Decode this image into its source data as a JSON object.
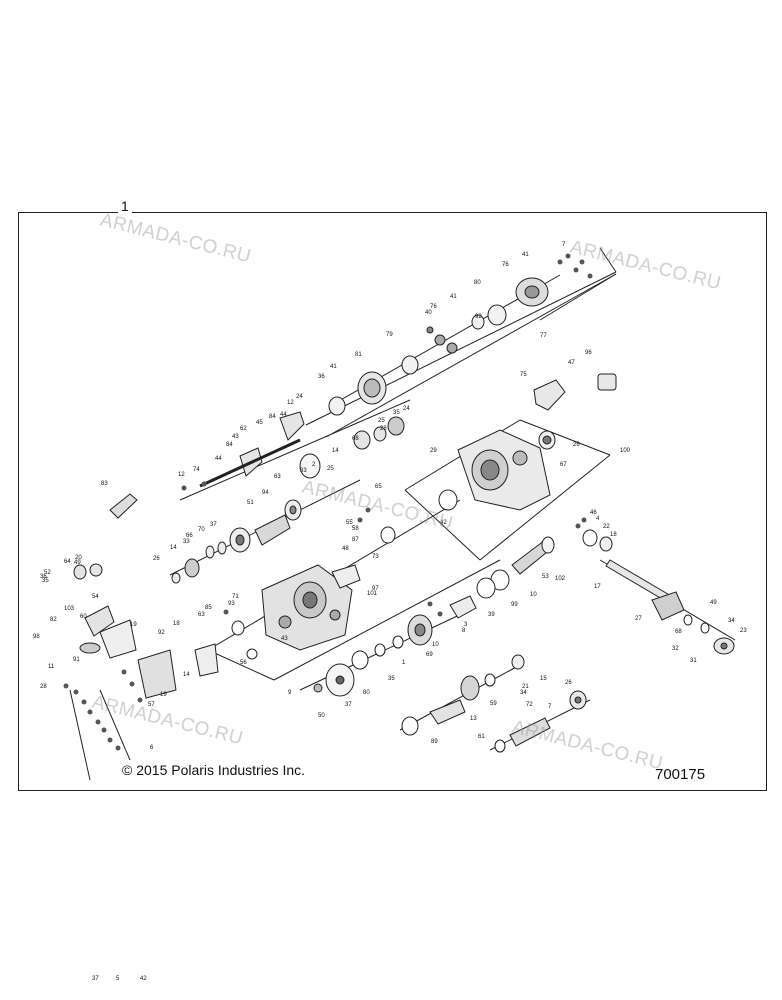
{
  "sheet_label": "1",
  "copyright": "© 2015 Polaris Industries Inc.",
  "document_number": "700175",
  "watermark": "ARMADA-CO.RU",
  "callouts": [
    "7",
    "76",
    "41",
    "80",
    "77",
    "92",
    "41",
    "40",
    "76",
    "79",
    "81",
    "41",
    "36",
    "96",
    "47",
    "75",
    "24",
    "12",
    "44",
    "84",
    "45",
    "62",
    "43",
    "84",
    "44",
    "74",
    "12",
    "24",
    "35",
    "25",
    "28",
    "68",
    "29",
    "25",
    "2",
    "33",
    "14",
    "26",
    "67",
    "100",
    "63",
    "83",
    "94",
    "51",
    "65",
    "58",
    "55",
    "87",
    "46",
    "4",
    "22",
    "18",
    "37",
    "70",
    "66",
    "33",
    "14",
    "26",
    "73",
    "42",
    "64",
    "36",
    "102",
    "52",
    "49",
    "35",
    "20",
    "54",
    "48",
    "53",
    "17",
    "82",
    "60",
    "103",
    "71",
    "85",
    "63",
    "93",
    "18",
    "92",
    "101",
    "97",
    "56",
    "10",
    "99",
    "39",
    "27",
    "68",
    "49",
    "34",
    "32",
    "31",
    "23",
    "19",
    "98",
    "91",
    "11",
    "43",
    "8",
    "3",
    "10",
    "9",
    "69",
    "1",
    "15",
    "21",
    "34",
    "26",
    "14",
    "35",
    "80",
    "50",
    "37",
    "59",
    "7",
    "13",
    "72",
    "19",
    "57",
    "28",
    "89",
    "6",
    "61",
    "37",
    "5",
    "42"
  ]
}
